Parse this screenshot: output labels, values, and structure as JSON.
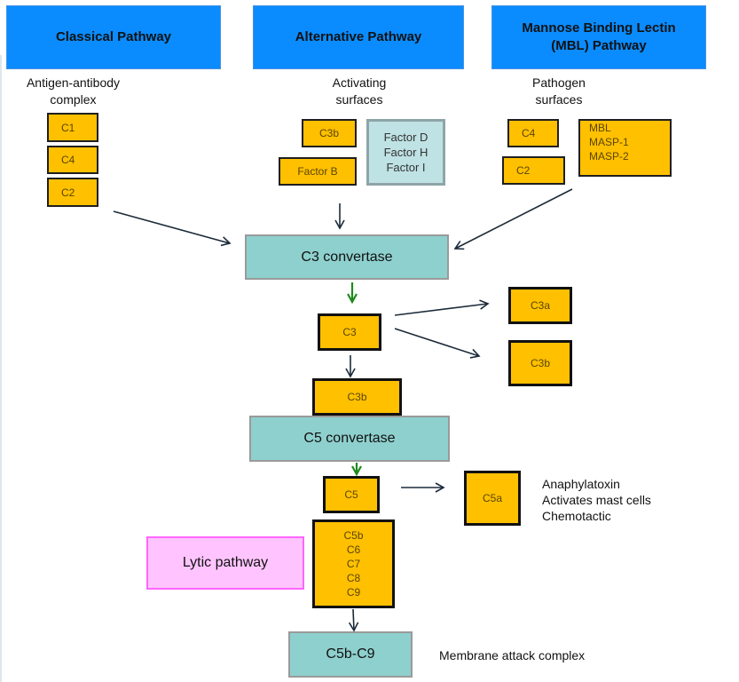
{
  "pathways": [
    {
      "title": "Classical Pathway",
      "trigger": [
        "Antigen-antibody",
        "complex"
      ],
      "components": [
        "C1",
        "C4",
        "C2"
      ]
    },
    {
      "title": "Alternative Pathway",
      "trigger": [
        "Activating",
        "surfaces"
      ],
      "components": [
        "C3b",
        "Factor B"
      ],
      "factors": [
        "Factor D",
        "Factor H",
        "Factor I"
      ]
    },
    {
      "title_lines": [
        "Mannose Binding Lectin",
        "(MBL) Pathway"
      ],
      "trigger": [
        "Pathogen",
        "surfaces"
      ],
      "components": [
        "C4",
        "C2"
      ],
      "lectins": [
        "MBL",
        "MASP-1",
        "MASP-2"
      ]
    }
  ],
  "main": {
    "c3_convertase": "C3 convertase",
    "c3": "C3",
    "c3a": "C3a",
    "c3b_side": "C3b",
    "c3b": "C3b",
    "c5_convertase": "C5 convertase",
    "c5": "C5",
    "c5a": "C5a",
    "c5a_effects": [
      "Anaphylatoxin",
      "Activates mast cells",
      "Chemotactic"
    ],
    "terminal_components": [
      "C5b",
      "C6",
      "C7",
      "C8",
      "C9"
    ],
    "lytic_label": "Lytic pathway",
    "mac": "C5b-C9",
    "mac_label": "Membrane attack complex"
  },
  "colors": {
    "header": "#0a8cff",
    "component": "#ffc000",
    "convertase": "#8ed0ce",
    "factor": "#bfe2e4",
    "lytic": "#ffc4ff",
    "arrow": "#1c2b3a",
    "green_arrow": "#1e8a1e"
  }
}
